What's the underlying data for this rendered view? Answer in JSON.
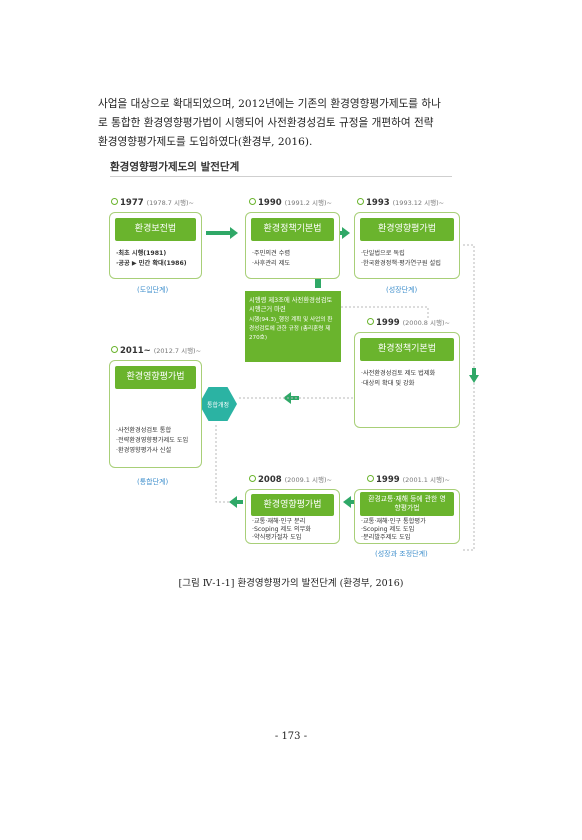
{
  "paragraph": {
    "lines": [
      "사업을 대상으로 확대되었으며, 2012년에는 기존의 환경영향평가제도를 하나",
      "로 통합한 환경영향평가법이 시행되어 사전환경성검토 규정을 개편하여 전략",
      "환경영향평가제도를 도입하였다(환경부, 2016)."
    ]
  },
  "figure": {
    "title": "환경영향평가제도의 발전단계",
    "stages": [
      {
        "year": "1977",
        "sub": "(1978.7 시행)~",
        "banner": "환경보전법",
        "items": [
          "·최초 시행(1981)",
          "·공공 ▶ 민간 확대(1986)"
        ],
        "stage_label": "(도입단계)"
      },
      {
        "year": "1990",
        "sub": "(1991.2 시행)~",
        "banner": "환경정책기본법",
        "items": [
          "·주민의견 수렴",
          "·사후관리 제도"
        ]
      },
      {
        "year": "1993",
        "sub": "(1993.12 시행)~",
        "banner": "환경영향평가법",
        "items": [
          "·단일법으로 독립",
          "·한국환경정책·평가연구원 설립"
        ],
        "stage_label": "(성장단계)"
      },
      {
        "year": "1999",
        "sub": "(2000.8 시행)~",
        "banner": "환경정책기본법",
        "items": [
          "·사전환경성검토 제도 법제화",
          "·대상의 확대 및 강화"
        ]
      },
      {
        "year": "2011~",
        "sub": "(2012.7 시행)~",
        "banner": "환경영향평가법",
        "items": [
          "·사전환경성검토 통합",
          "·전략환경영향평가제도 도입",
          "·환경영향평가사 신설"
        ],
        "stage_label": "(통합단계)"
      },
      {
        "year": "2008",
        "sub": "(2009.1 시행)~",
        "banner": "환경영향평가법",
        "items": [
          "·교통·재해·인구 분리",
          "·Scoping 제도 의무화",
          "·약식평가절차 도입"
        ]
      },
      {
        "year": "1999",
        "sub": "(2001.1 시행)~",
        "banner": "환경교통·재해 등에 관한 영향평가법",
        "items": [
          "·교통·재해·인구 통합평가",
          "·Scoping 제도 도입",
          "·분리발주제도 도입"
        ],
        "stage_label": "(성장과 조정단계)"
      }
    ],
    "note": {
      "line1": "시행령 제3조에 사전환경성검토 시행근거 마련",
      "line2": "시행(94.3)_행정 계획 및 사업의 환경성검토에 관한 규정 (총리훈령 제270호)"
    },
    "merge_label": "통합개정",
    "caption": "[그림 Ⅳ-1-1] 환경영향평가의 발전단계 (환경부, 2016)"
  },
  "page_number": "- 173 -",
  "colors": {
    "green": "#6ab42d",
    "border": "#a8cf78",
    "teal": "#2bb3a3",
    "blue_label": "#3f8fcc"
  }
}
